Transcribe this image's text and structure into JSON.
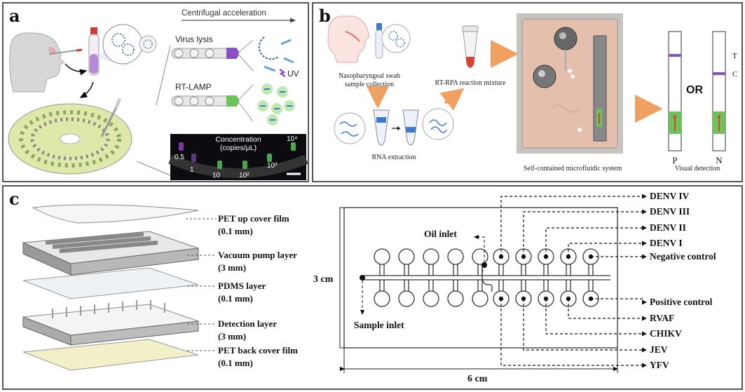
{
  "panel_a": {
    "label": "a",
    "arrow_title": "Centrifugal acceleration",
    "step1": "Virus lysis",
    "step2": "RT-LAMP",
    "uv": "UV",
    "conc_title_1": "Concentration",
    "conc_title_2": "(copies/μL)",
    "conc_values": [
      "0.5",
      "1",
      "10",
      "10²",
      "10³",
      "10⁴"
    ]
  },
  "panel_b": {
    "label": "b",
    "swab_1": "Nasopharyngeal swab",
    "swab_2": "sample collection",
    "rpa": "RT-RPA reaction mixture",
    "rna": "RNA extraction",
    "system": "Self-contained microfluidic system",
    "visual": "Visual detection",
    "or": "OR",
    "strip_p": "P",
    "strip_n": "N",
    "strip_t": "T",
    "strip_c": "C"
  },
  "panel_c": {
    "label": "c",
    "layers": [
      {
        "name": "PET up cover film",
        "thickness": "(0.1 mm)"
      },
      {
        "name": "Vacuum pump layer",
        "thickness": "(3 mm)"
      },
      {
        "name": "PDMS layer",
        "thickness": "(0.1 mm)"
      },
      {
        "name": "Detection layer",
        "thickness": "(3 mm)"
      },
      {
        "name": "PET back cover film",
        "thickness": "(0.1 mm)"
      }
    ],
    "oil_inlet": "Oil inlet",
    "sample_inlet": "Sample inlet",
    "height": "3 cm",
    "width": "6 cm",
    "top_targets": [
      "DENV IV",
      "DENV III",
      "DENV II",
      "DENV I",
      "Negative control"
    ],
    "bottom_targets": [
      "Positive control",
      "RVAF",
      "CHIKV",
      "JEV",
      "YFV"
    ]
  },
  "colors": {
    "purple": "#8a4fc0",
    "green": "#6cc35a",
    "orange": "#f0a060",
    "red": "#e04030",
    "blue": "#3a7ad0"
  }
}
